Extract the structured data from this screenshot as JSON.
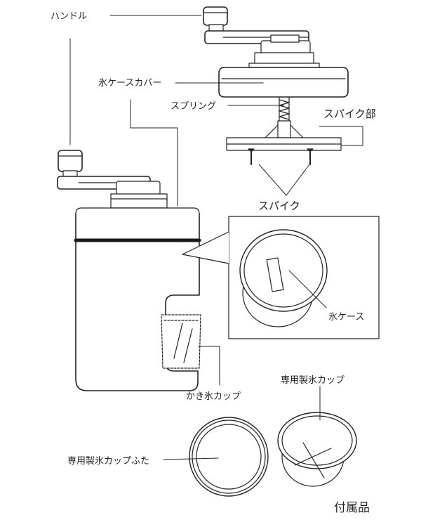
{
  "title": "かき氷器 部品図",
  "labels": {
    "handle": "ハンドル",
    "ice_case_cover": "氷ケースカバー",
    "spring": "スプリング",
    "spike_part": "スパイク部",
    "spike": "スパイク",
    "ice_case": "氷ケース",
    "shaved_ice_cup": "かき氷カップ",
    "special_ice_cup": "専用製氷カップ",
    "special_ice_cup_lid": "専用製氷カップふた",
    "accessories": "付属品"
  },
  "colors": {
    "line": "#222222",
    "fill": "#ffffff",
    "dark": "#1a1a1a"
  }
}
